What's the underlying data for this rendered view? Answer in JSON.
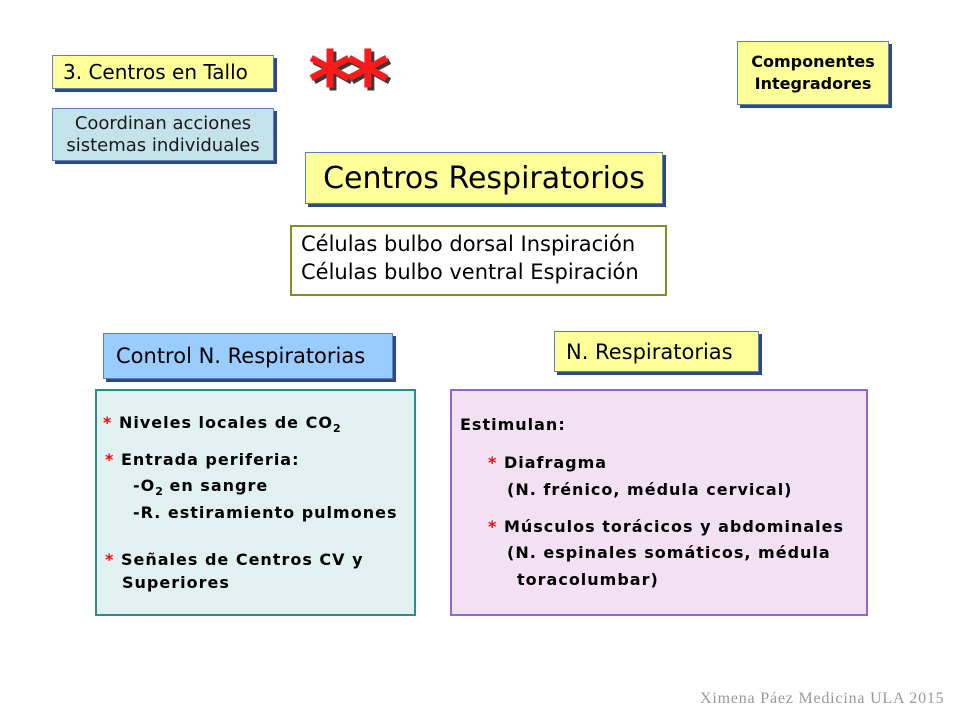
{
  "slide": {
    "section_label": "3. Centros en Tallo",
    "emphasis_mark": "**",
    "coordination_note": {
      "line1": "Coordinan acciones",
      "line2": "sistemas individuales"
    },
    "components_label": {
      "line1": "Componentes",
      "line2": "Integradores"
    },
    "main_title": "Centros Respiratorios",
    "cells_box": {
      "line1": "Células bulbo dorsal Inspiración",
      "line2": "Células bulbo ventral Espiración"
    },
    "control_header": "Control N. Respiratorias",
    "neurons_header": "N. Respiratorias",
    "control_box": {
      "bullet": "*",
      "co2_line": {
        "text": "Niveles locales de CO",
        "sub": "2"
      },
      "periphery": {
        "title": "Entrada periferia:",
        "o2_line": {
          "pre": "-O",
          "sub": "2",
          "post": " en sangre"
        },
        "stretch_line": "-R. estiramiento pulmones"
      },
      "signals": {
        "line1": "Señales de Centros CV y",
        "line2": "Superiores"
      }
    },
    "neurons_box": {
      "intro": "Estimulan:",
      "bullet": "*",
      "items": [
        {
          "title": "Diafragma",
          "detail": [
            "(N. frénico, médula cervical)"
          ]
        },
        {
          "title": "Músculos torácicos y abdominales",
          "detail": [
            "(N. espinales somáticos, médula",
            "toracolumbar)"
          ]
        }
      ]
    },
    "footer": "Ximena Páez Medicina ULA 2015"
  },
  "colors": {
    "tag_yellow": "#ffff99",
    "tag_blue": "#99ccff",
    "note_blue": "#c4e2ea",
    "tag_border": "#5b7fbf",
    "tag_shadow": "#2f4a82",
    "cells_border": "#7f8f22",
    "control_border": "#2f8a8a",
    "control_fill": "#e1f1f1",
    "neurons_border": "#9466cc",
    "neurons_fill": "#f2e1f2",
    "bullet_red": "#ff0000",
    "emphasis_red": "#ff1a1a",
    "footer_gray": "#999999"
  }
}
